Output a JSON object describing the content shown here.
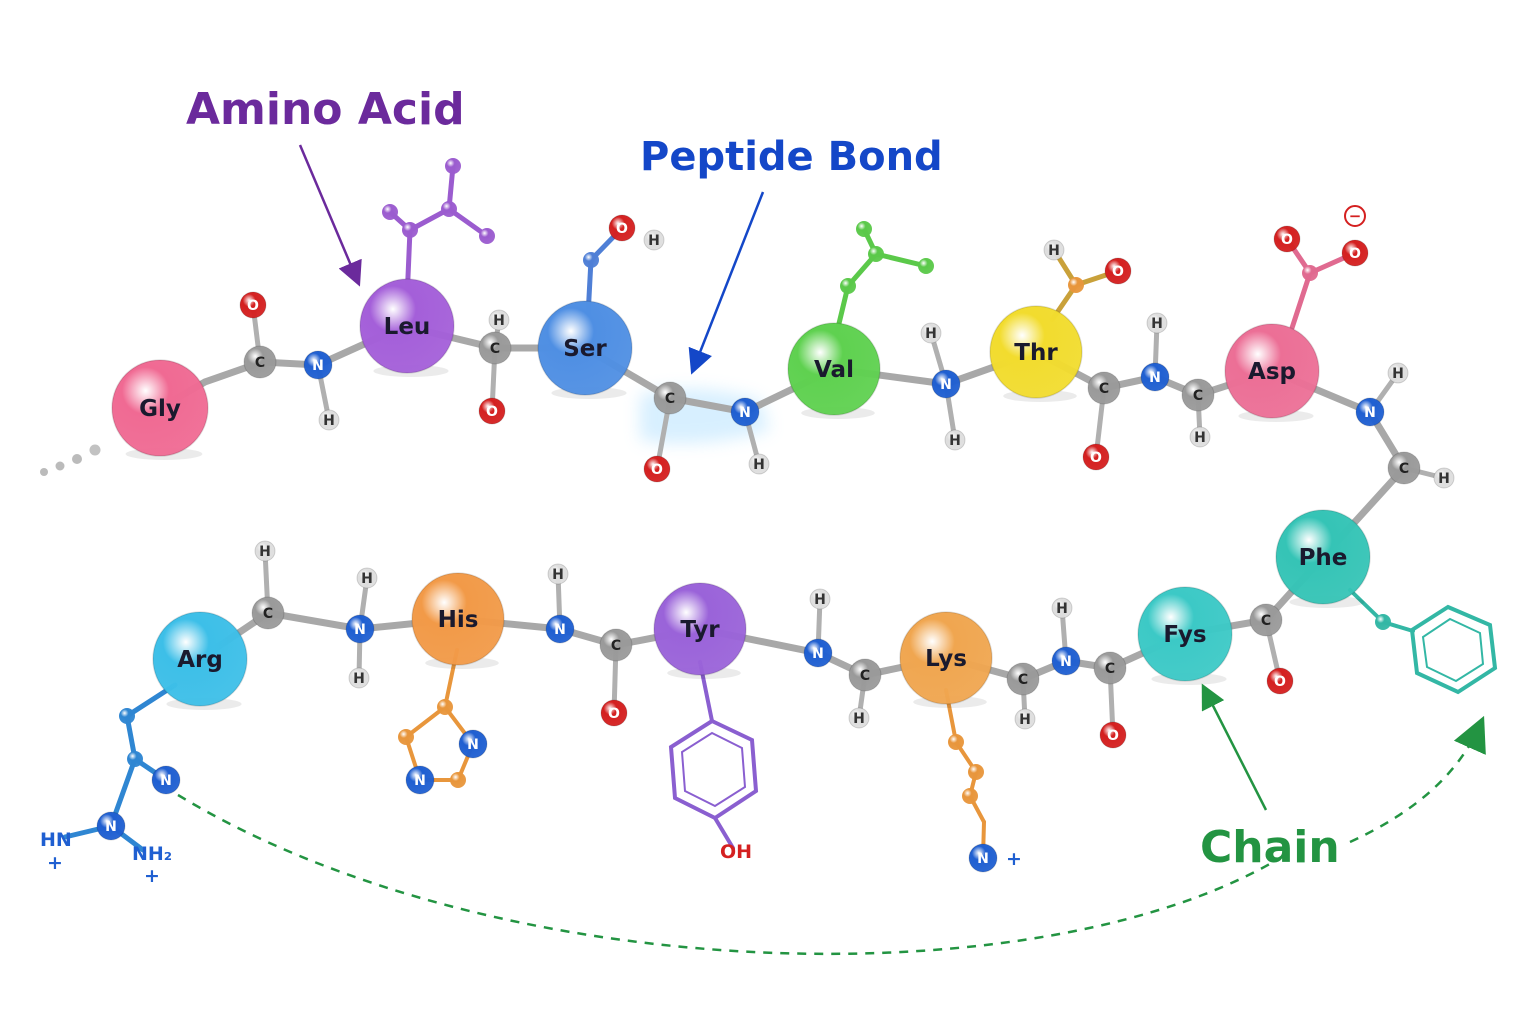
{
  "callouts": {
    "amino_acid": "Amino Acid",
    "peptide_bond": "Peptide Bond",
    "chain": "Chain"
  },
  "colors": {
    "amino_acid": "#6b2a9c",
    "peptide_bond": "#1447c8",
    "chain": "#239442",
    "carbon": "#9a9a9a",
    "nitrogen": "#1f5fd1",
    "oxygen": "#d42020",
    "hydrogen": "#dedede"
  },
  "residues": [
    {
      "name": "Gly",
      "color": "#f06a93"
    },
    {
      "name": "Leu",
      "color": "#a45fd9"
    },
    {
      "name": "Ser",
      "color": "#4f8fe3"
    },
    {
      "name": "Val",
      "color": "#5fd150"
    },
    {
      "name": "Thr",
      "color": "#f2dc2e"
    },
    {
      "name": "Asp",
      "color": "#ec6f96"
    },
    {
      "name": "Phe",
      "color": "#35c4b6"
    },
    {
      "name": "Fys",
      "color": "#3cc9c6"
    },
    {
      "name": "Lys",
      "color": "#f0a650"
    },
    {
      "name": "Tyr",
      "color": "#9a63d9"
    },
    {
      "name": "His",
      "color": "#f29a48"
    },
    {
      "name": "Arg",
      "color": "#3dbfe8"
    }
  ],
  "atoms": {
    "carbon": "C",
    "nitrogen": "N",
    "oxygen": "O",
    "hydrogen": "H"
  },
  "ions": {
    "arg_hn": "HN",
    "arg_nh2": "NH₂",
    "plus": "+",
    "minus": "−",
    "tyr_oh": "OH"
  }
}
